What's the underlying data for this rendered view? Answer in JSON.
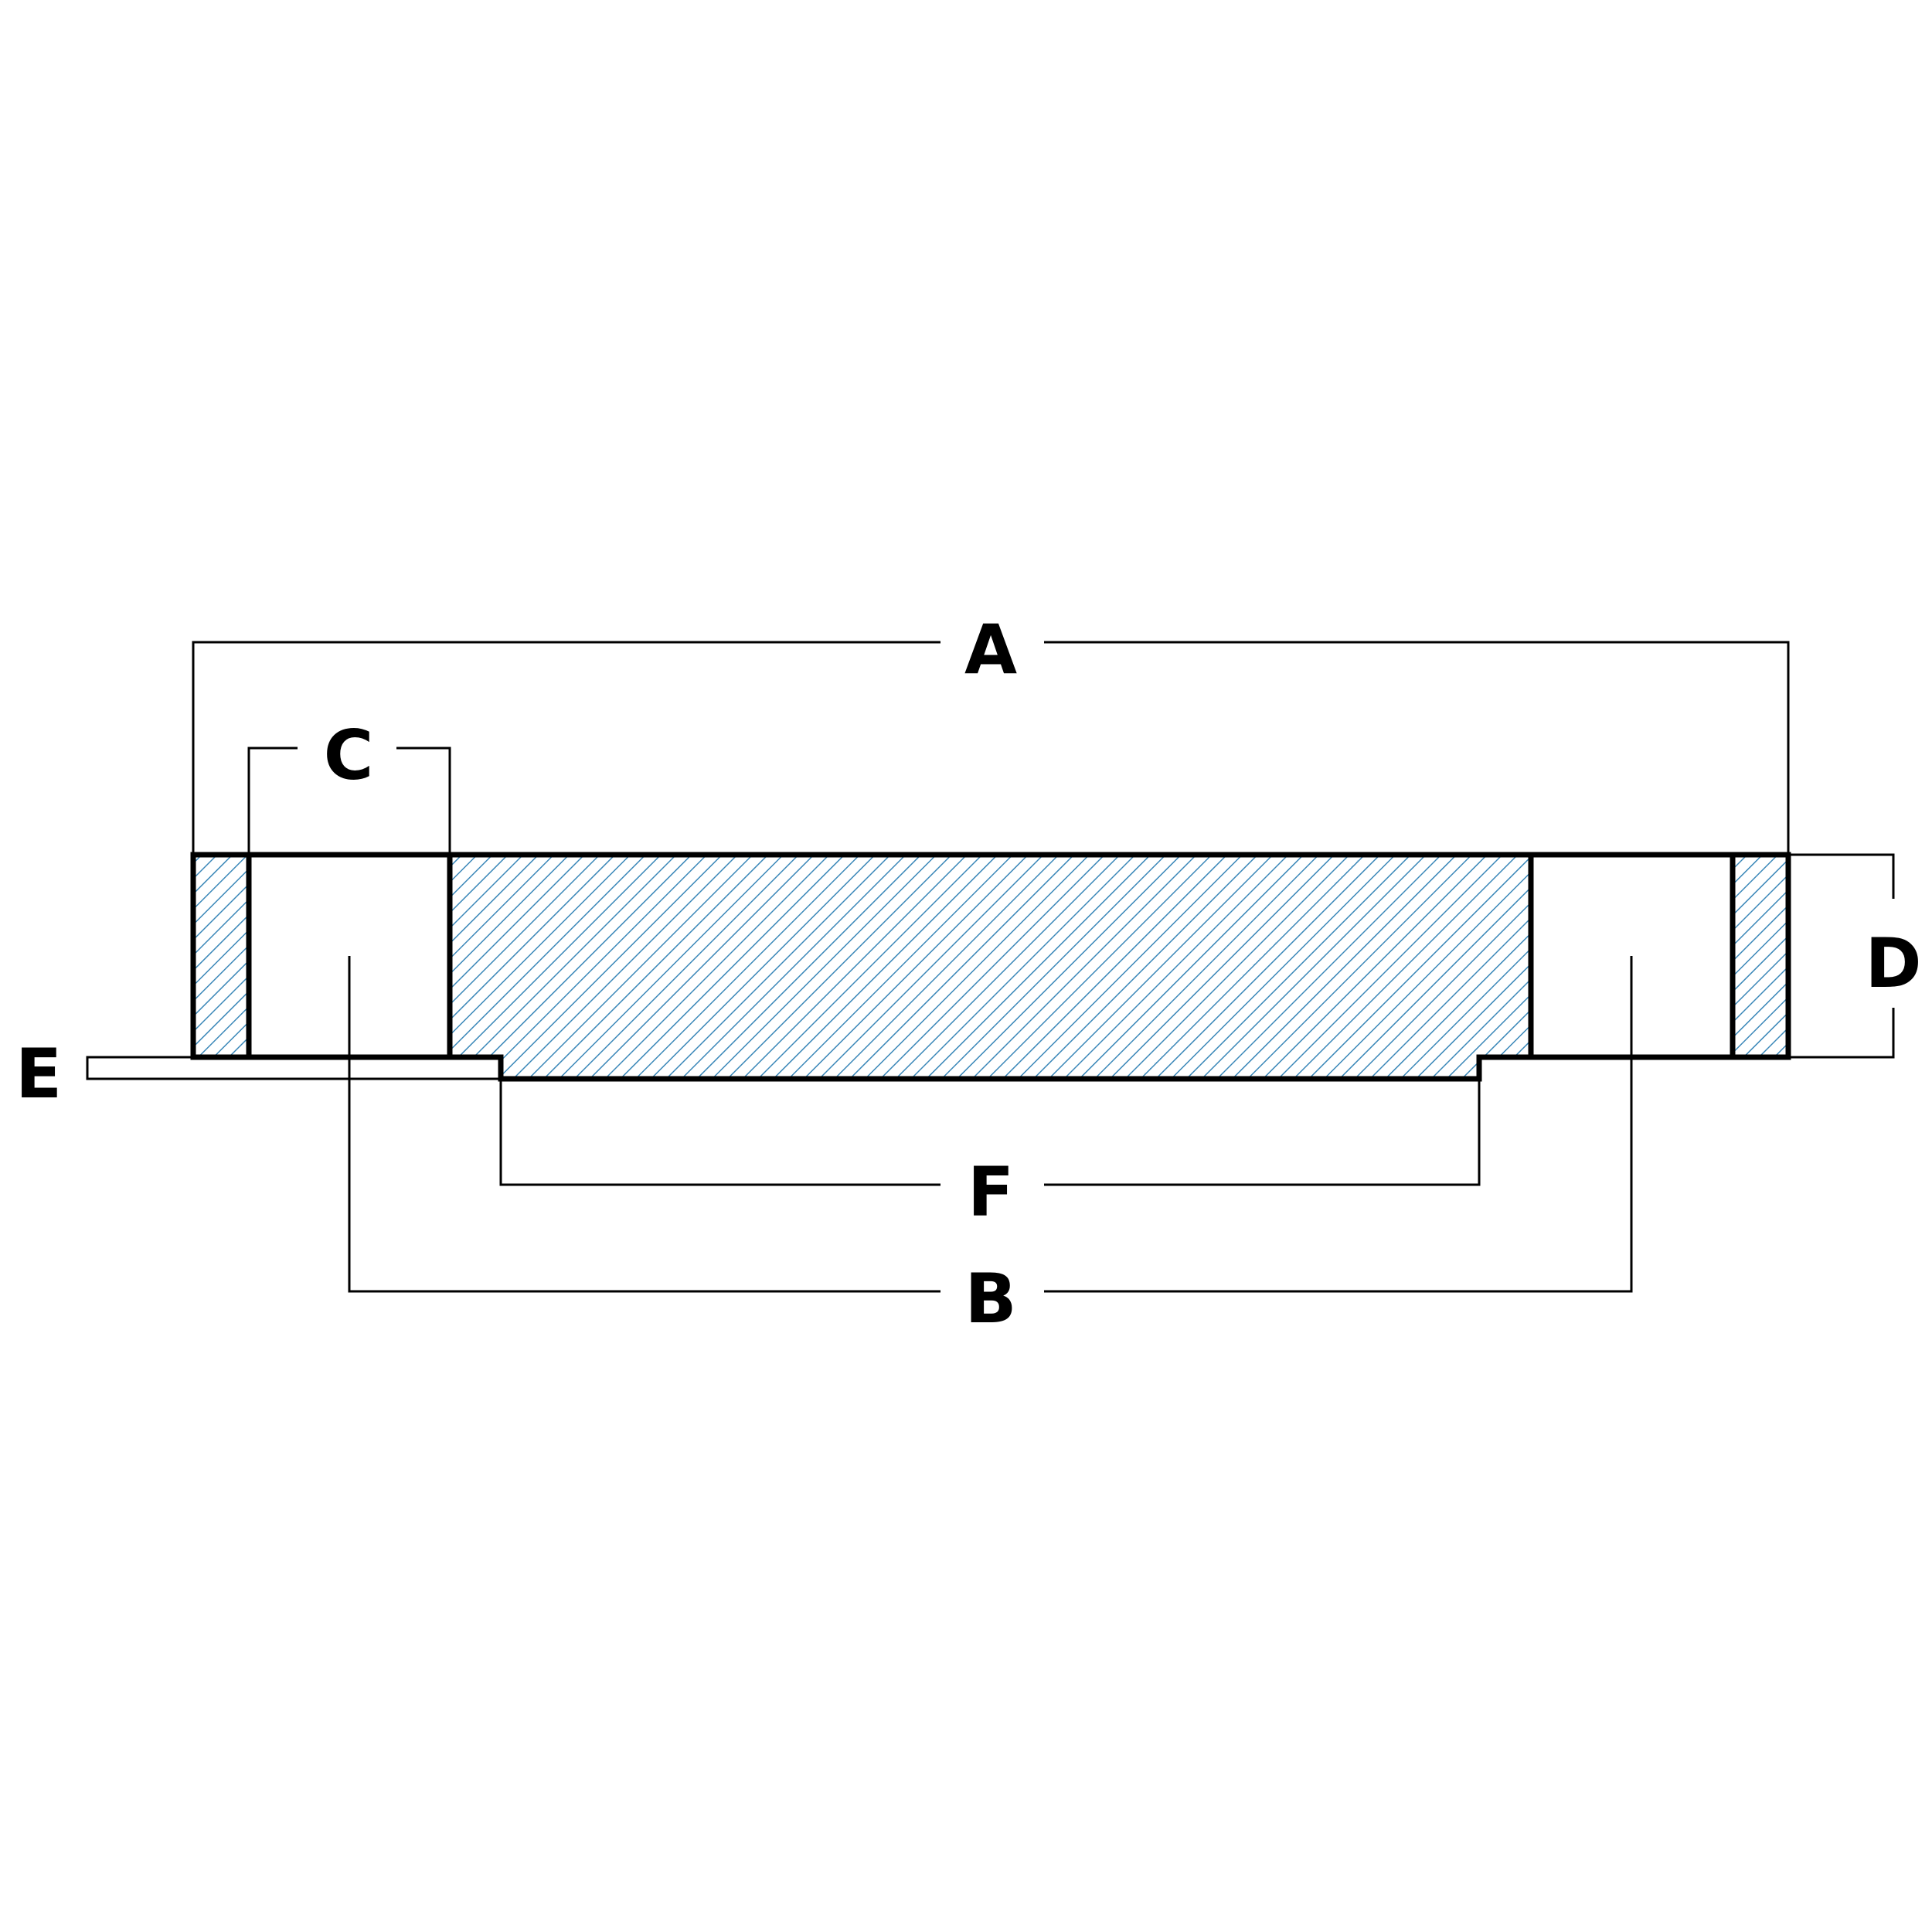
{
  "diagram": {
    "labels": {
      "a": "A",
      "b": "B",
      "c": "C",
      "d": "D",
      "e": "E",
      "f": "F"
    }
  },
  "colors": {
    "outline": "#000000",
    "hatch": "#3a87b8",
    "background": "#ffffff"
  }
}
